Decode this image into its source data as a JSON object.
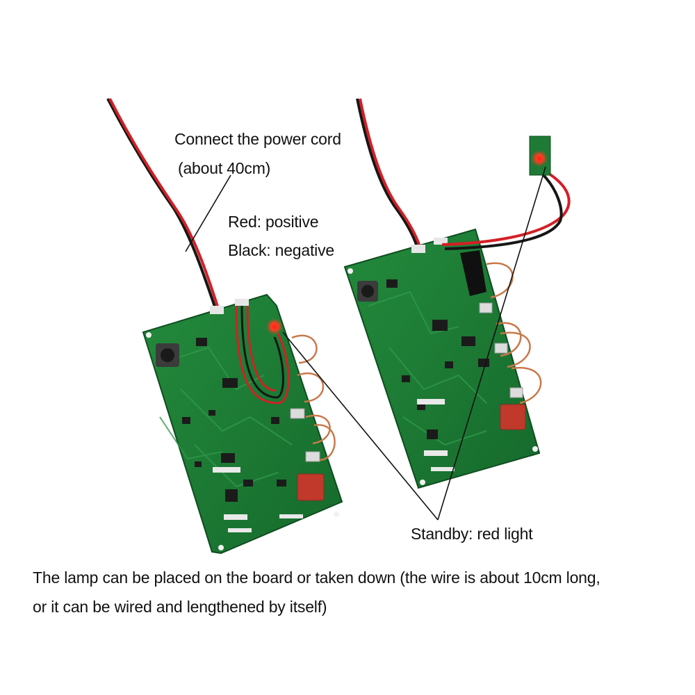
{
  "labels": {
    "power_cord_line1": "Connect the power cord",
    "power_cord_line2": "(about 40cm)",
    "red_wire": "Red: positive",
    "black_wire": "Black: negative",
    "standby": "Standby: red light",
    "note_line1": "The lamp can be placed on the board or taken down (the wire is about 10cm long,",
    "note_line2": "or it can be wired and lengthened by itself)"
  },
  "colors": {
    "pcb_green": "#1f7a36",
    "pcb_dark": "#145a26",
    "wire_red": "#d41f26",
    "wire_black": "#161616",
    "led_red": "#ff2a1a",
    "capacitor_red": "#c0392b",
    "coil_copper": "#c8794a"
  }
}
